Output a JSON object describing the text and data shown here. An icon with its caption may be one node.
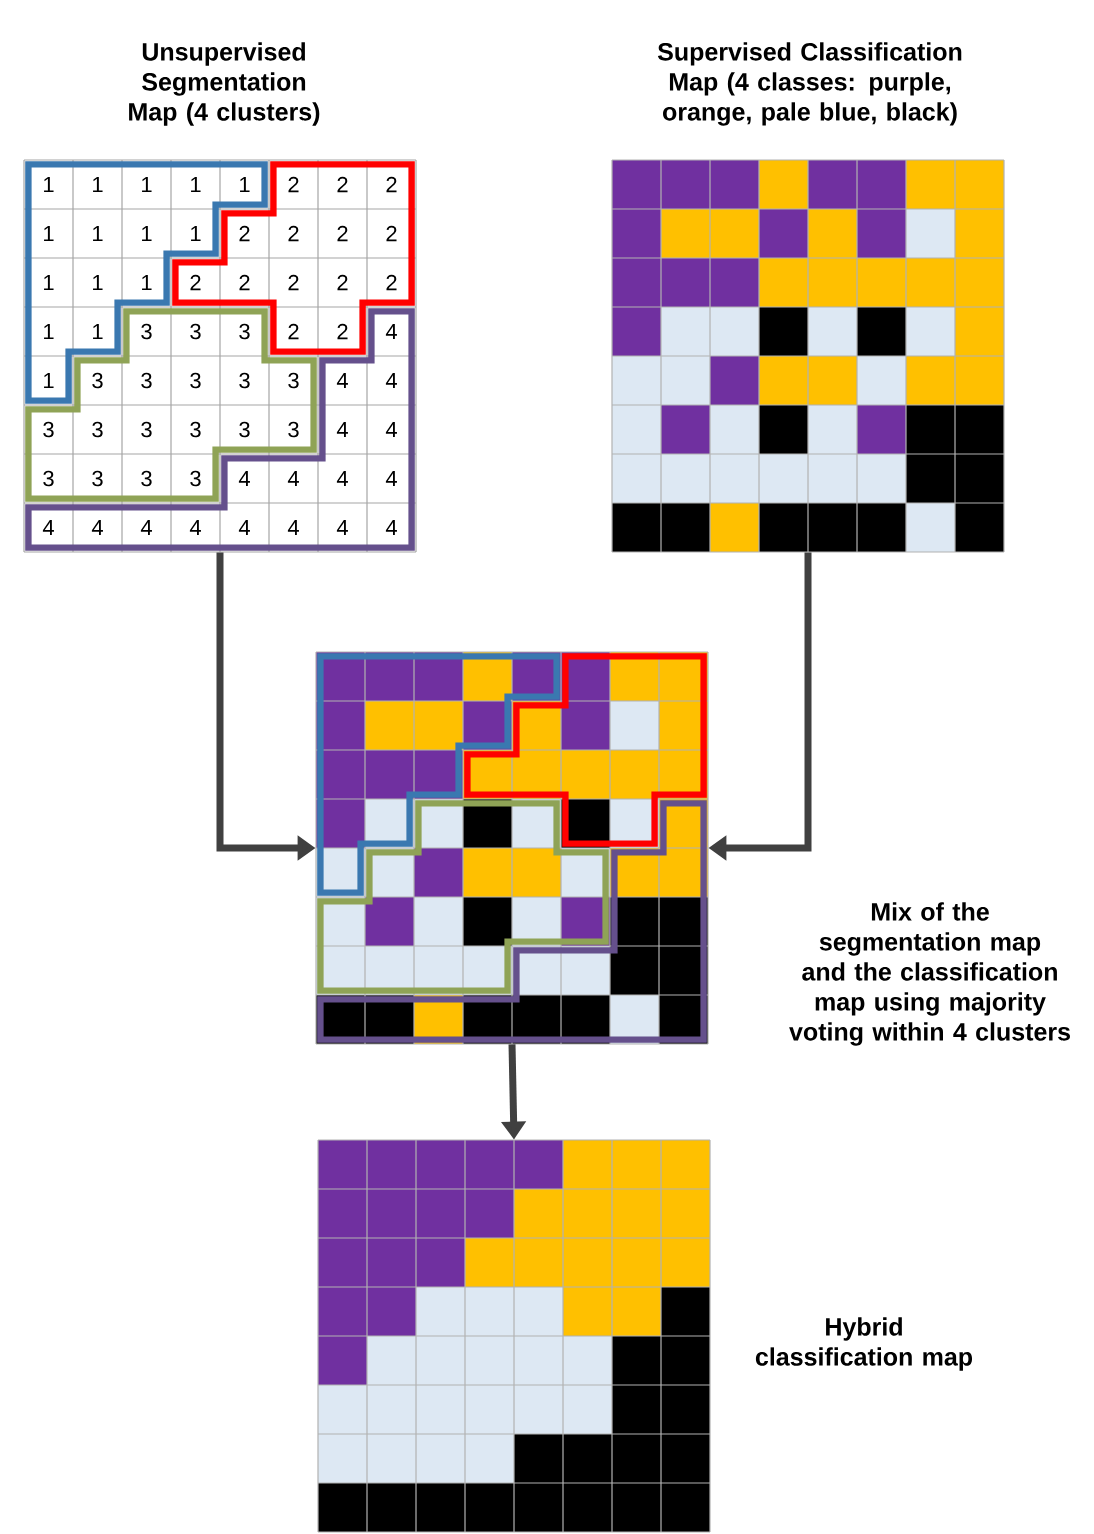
{
  "diagram": {
    "nodes": [
      {
        "text": [
          "Unsupervised Segmentation Map (4 clusters)"
        ]
      },
      {
        "text": [
          "Supervised Classification Map (4 classes: purple, orange, pale blue, black)"
        ]
      },
      {
        "text": [],
        "shape": "box",
        "beside": [
          "Mix of the segmentation map and the classification map using majority voting within 4 clusters"
        ]
      },
      {
        "text": [],
        "shape": "box",
        "beside": [
          "Hybrid classification map"
        ]
      }
    ],
    "edges": [
      {
        "from": 0,
        "to": 2,
        "arrow": "to"
      },
      {
        "from": 1,
        "to": 2,
        "arrow": "to"
      },
      {
        "from": 2,
        "to": 3,
        "arrow": "to"
      }
    ],
    "labels": [
      "1",
      "1",
      "1",
      "1",
      "1",
      "2",
      "2",
      "2",
      "1",
      "1",
      "1",
      "1",
      "2",
      "2",
      "2",
      "2",
      "1",
      "1",
      "1",
      "2",
      "2",
      "2",
      "2",
      "2",
      "1",
      "1",
      "3",
      "3",
      "3",
      "2",
      "2",
      "4",
      "1",
      "3",
      "3",
      "3",
      "3",
      "3",
      "4",
      "4",
      "3",
      "3",
      "3",
      "3",
      "3",
      "3",
      "4",
      "4",
      "3",
      "3",
      "3",
      "3",
      "4",
      "4",
      "4",
      "4",
      "4",
      "4",
      "4",
      "4",
      "4",
      "4",
      "4",
      "4"
    ]
  }
}
